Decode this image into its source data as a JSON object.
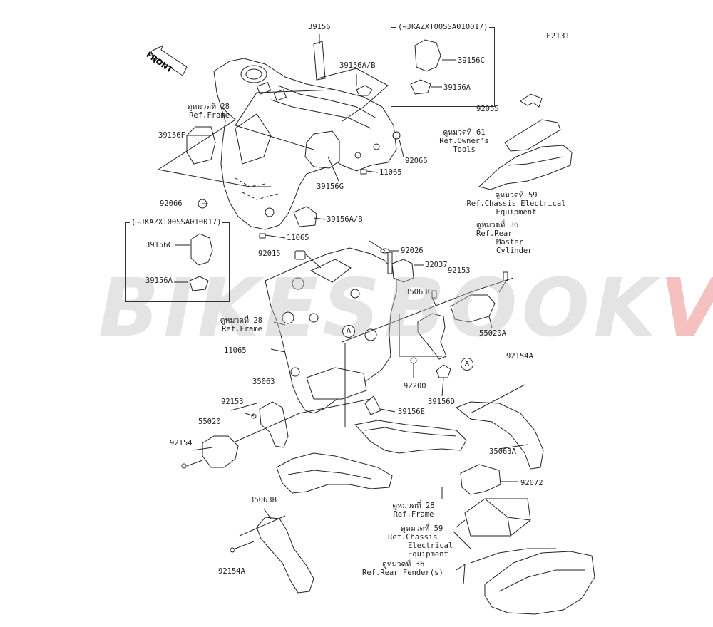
{
  "figure_code": "F2131",
  "watermark": {
    "part1": "BIKES",
    "part2": "BOOK",
    "part3": "VN"
  },
  "front_arrow": {
    "label": "FRONT"
  },
  "variant_boxes": [
    {
      "title": "(~JKAZXT00SSA010017)",
      "parts": [
        "39156C",
        "39156A"
      ]
    },
    {
      "title": "(~JKAZXT00SSA010017)",
      "parts": [
        "39156C",
        "39156A"
      ]
    }
  ],
  "callout_marker": "A",
  "part_numbers": {
    "p39156": "39156",
    "p39156AB_top": "39156A/B",
    "p39156F": "39156F",
    "p92066_left": "92066",
    "p92066_right": "92066",
    "p11065_top": "11065",
    "p11065_mid": "11065",
    "p11065_low": "11065",
    "p39156G": "39156G",
    "p39156AB_low": "39156A/B",
    "p92055": "92055",
    "p92015": "92015",
    "p92026": "92026",
    "p32037": "32037",
    "p92153_right": "92153",
    "p35063C": "35063C",
    "p55020A": "55020A",
    "p92154A_right": "92154A",
    "p92200": "92200",
    "p39156D": "39156D",
    "p39156E": "39156E",
    "p35063": "35063",
    "p92153_left": "92153",
    "p55020": "55020",
    "p92154": "92154",
    "p35063A": "35063A",
    "p92072": "92072",
    "p35063B": "35063B",
    "p92154A_left": "92154A"
  },
  "references": {
    "frame_top": [
      "ดูหมวดที่ 28",
      "Ref.Frame"
    ],
    "owners_tools": [
      "ดูหมวดที่ 61",
      "Ref.Owner's",
      "Tools"
    ],
    "chassis_elec_top": [
      "ดูหมวดที่ 59",
      "Ref.Chassis Electrical",
      "Equipment"
    ],
    "rear_master": [
      "ดูหมวดที่ 36",
      "Ref.Rear",
      "Master",
      "Cylinder"
    ],
    "frame_mid": [
      "ดูหมวดที่ 28",
      "Ref.Frame"
    ],
    "frame_bottom": [
      "ดูหมวดที่ 28",
      "Ref.Frame"
    ],
    "chassis_elec_bottom": [
      "ดูหมวดที่ 59",
      "Ref.Chassis",
      "Electrical",
      "Equipment"
    ],
    "rear_fender": [
      "ดูหมวดที่ 36",
      "Ref.Rear Fender(s)"
    ]
  }
}
